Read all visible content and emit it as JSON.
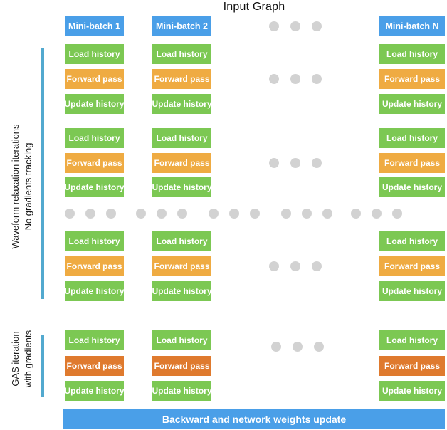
{
  "title": "Input Graph",
  "columns": [
    {
      "label": "Mini-batch 1"
    },
    {
      "label": "Mini-batch 2"
    },
    {
      "label": "Mini-batch N"
    }
  ],
  "steps": {
    "load": "Load history",
    "forward": "Forward pass",
    "update": "Update history"
  },
  "sections": {
    "waveform": {
      "line1": "Waveform relaxation iterations",
      "line2": "No gradients tracking"
    },
    "gas": {
      "line1": "GAS iteration",
      "line2": "with gradients"
    }
  },
  "banner": {
    "label": "Backward and network weights update"
  },
  "colors": {
    "batch_blue": "#4A9FE8",
    "step_green": "#7CC853",
    "forward_orange": "#EFAB42",
    "forward_dark_orange": "#DF7A2E",
    "section_bar_blue": "#52A9CF",
    "ellipsis_gray": "#D2D2D2",
    "box_text": "#FFFFFF",
    "label_text": "#1A1A1A"
  },
  "icons": {
    "ellipsis": "..."
  }
}
